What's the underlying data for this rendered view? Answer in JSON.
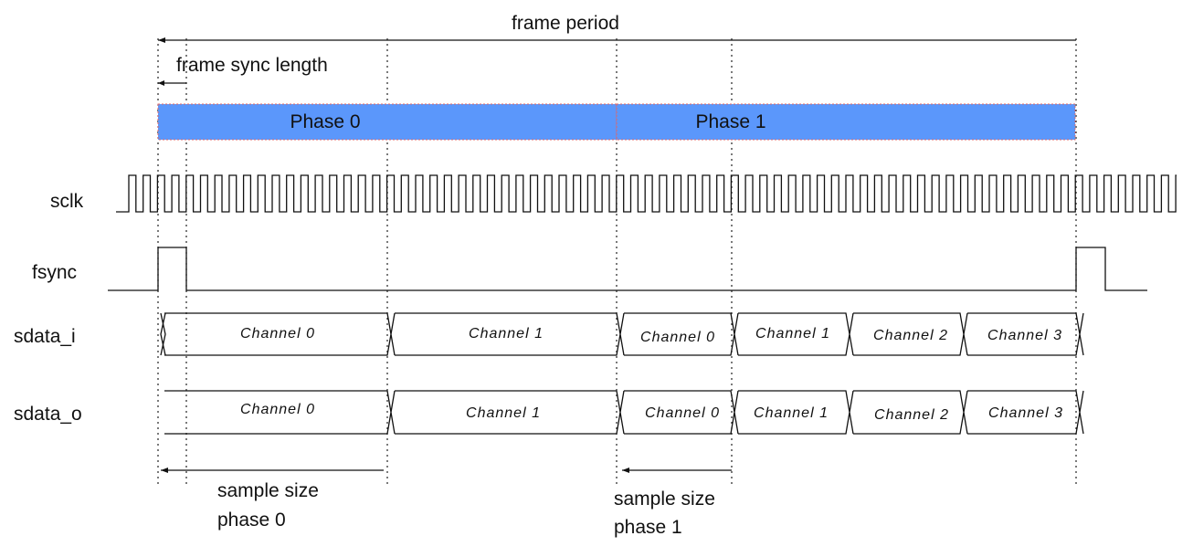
{
  "labels": {
    "frame_period": "frame period",
    "frame_sync_length": "frame sync length",
    "sample_size_phase0": [
      "sample size",
      "phase 0"
    ],
    "sample_size_phase1": [
      "sample size",
      "phase 1"
    ]
  },
  "phases": [
    "Phase 0",
    "Phase 1"
  ],
  "signals": [
    "sclk",
    "fsync",
    "sdata_i",
    "sdata_o"
  ],
  "sdata_i_channels": [
    "Channel 0",
    "Channel 1",
    "Channel 0",
    "Channel 1",
    "Channel 2",
    "Channel 3"
  ],
  "sdata_o_channels": [
    "Channel 0",
    "Channel 1",
    "Channel 0",
    "Channel 1",
    "Channel 2",
    "Channel 3"
  ],
  "colors": {
    "phase_fill": "#5B97FB",
    "phase_border": "#E06666",
    "line": "#111111"
  }
}
